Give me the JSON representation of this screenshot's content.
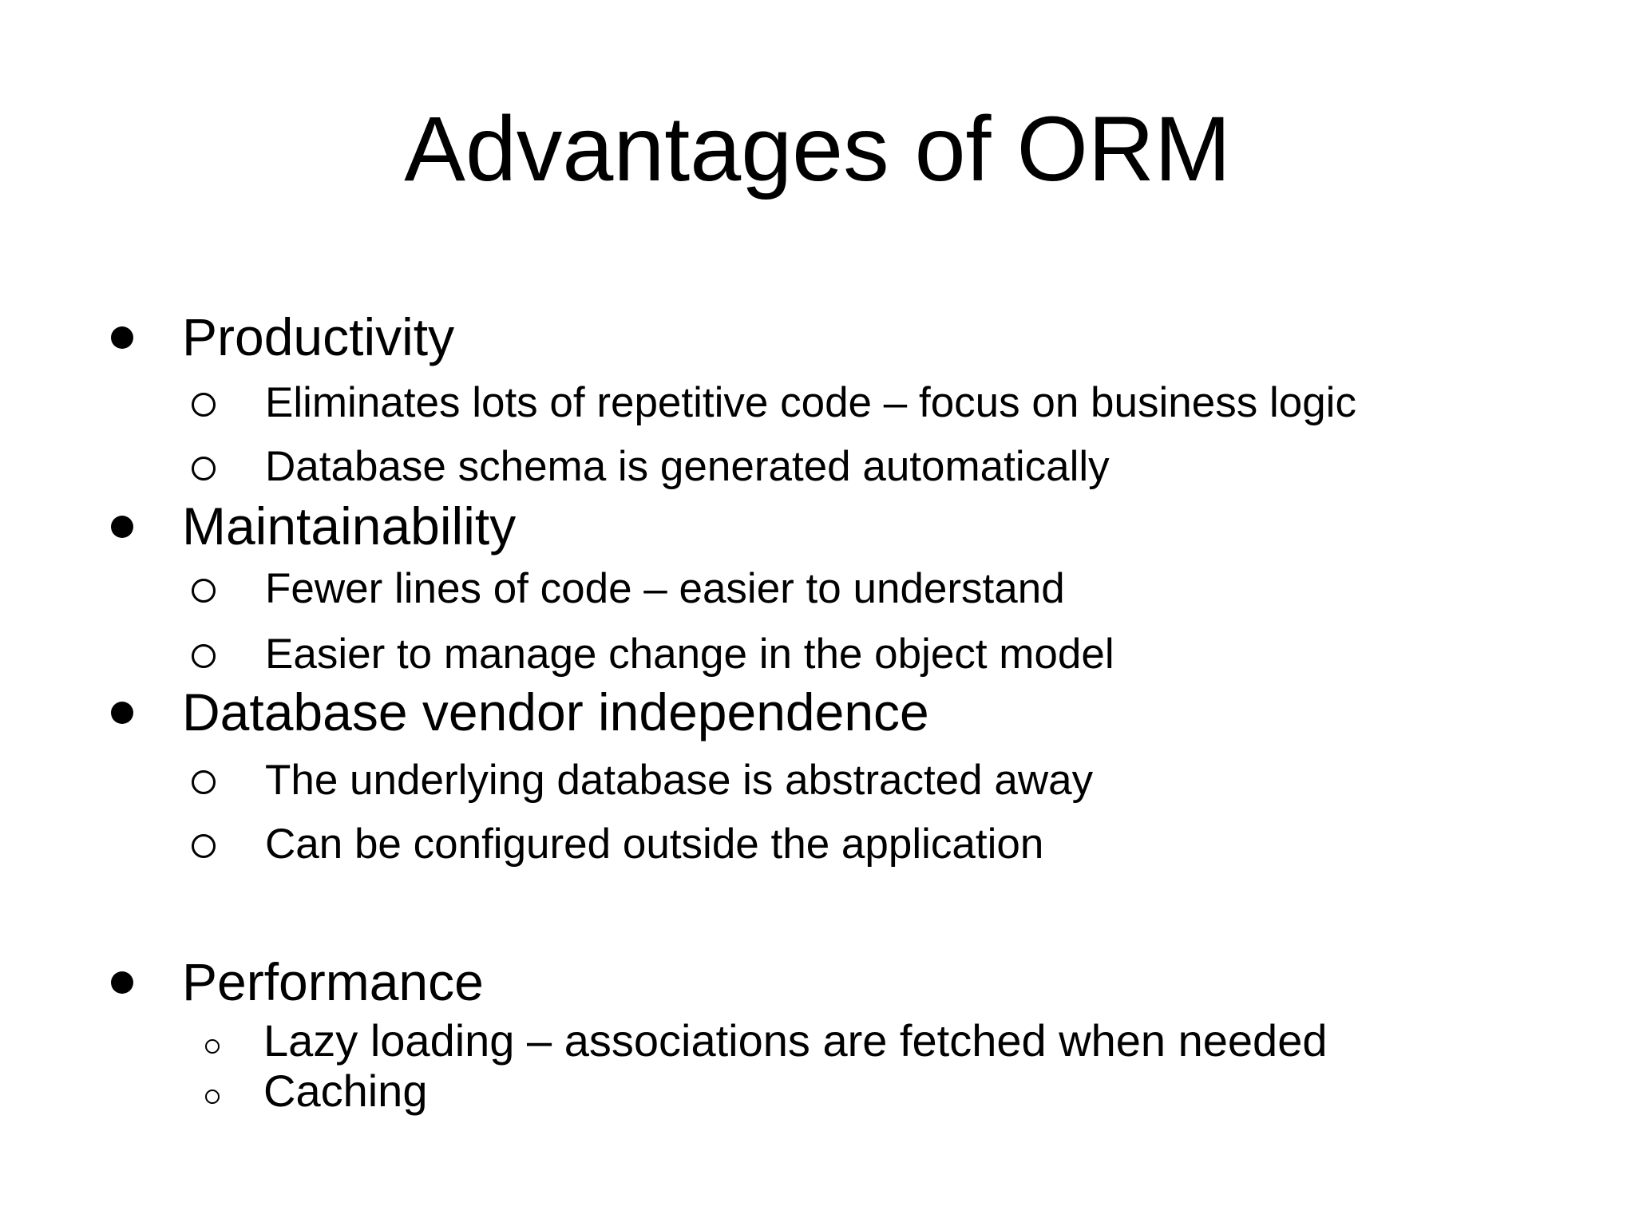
{
  "slide": {
    "title": "Advantages of ORM",
    "colors": {
      "background": "#ffffff",
      "text": "#000000"
    },
    "sections": [
      {
        "heading": "Productivity",
        "items": [
          "Eliminates lots of repetitive code – focus on business logic",
          "Database schema is generated automatically"
        ]
      },
      {
        "heading": "Maintainability",
        "items": [
          "Fewer lines of code – easier to understand",
          "Easier to manage change in the object model"
        ]
      },
      {
        "heading": "Database vendor independence",
        "items": [
          "The underlying database is abstracted away",
          "Can be configured outside the application"
        ]
      },
      {
        "heading": "Performance",
        "items": [
          "Lazy loading – associations are fetched when needed",
          "Caching"
        ]
      }
    ]
  }
}
